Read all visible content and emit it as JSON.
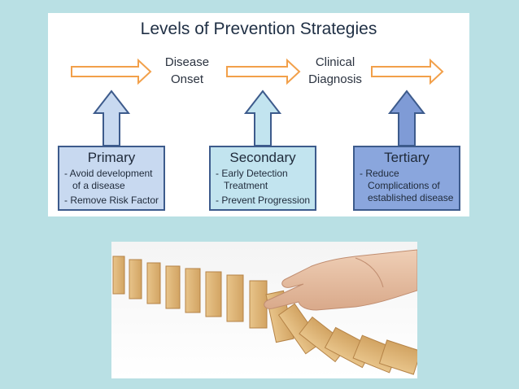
{
  "diagram": {
    "title": "Levels of Prevention Strategies",
    "stages": [
      {
        "line1": "Disease",
        "line2": "Onset"
      },
      {
        "line1": "Clinical",
        "line2": "Diagnosis"
      }
    ],
    "levels": [
      {
        "name": "Primary",
        "items": [
          {
            "line1": "- Avoid development",
            "line2": "of a disease"
          },
          {
            "line1": "- Remove Risk Factor",
            "line2": ""
          }
        ],
        "fill": "#c8d9f0",
        "arrow_fill": "#c8d9f0"
      },
      {
        "name": "Secondary",
        "items": [
          {
            "line1": "- Early Detection",
            "line2": "Treatment"
          },
          {
            "line1": "- Prevent Progression",
            "line2": ""
          }
        ],
        "fill": "#c2e4ef",
        "arrow_fill": "#c2e4ef"
      },
      {
        "name": "Tertiary",
        "items": [
          {
            "line1": "- Reduce",
            "line2": "Complications of established disease"
          }
        ],
        "fill": "#8aa6dd",
        "arrow_fill": "#7f9bd6"
      }
    ],
    "colors": {
      "timeline_arrow_stroke": "#f2a04a",
      "box_border": "#3d5b8c",
      "background": "#b9e0e4"
    }
  },
  "photo": {
    "subject": "hand stopping falling dominoes"
  }
}
